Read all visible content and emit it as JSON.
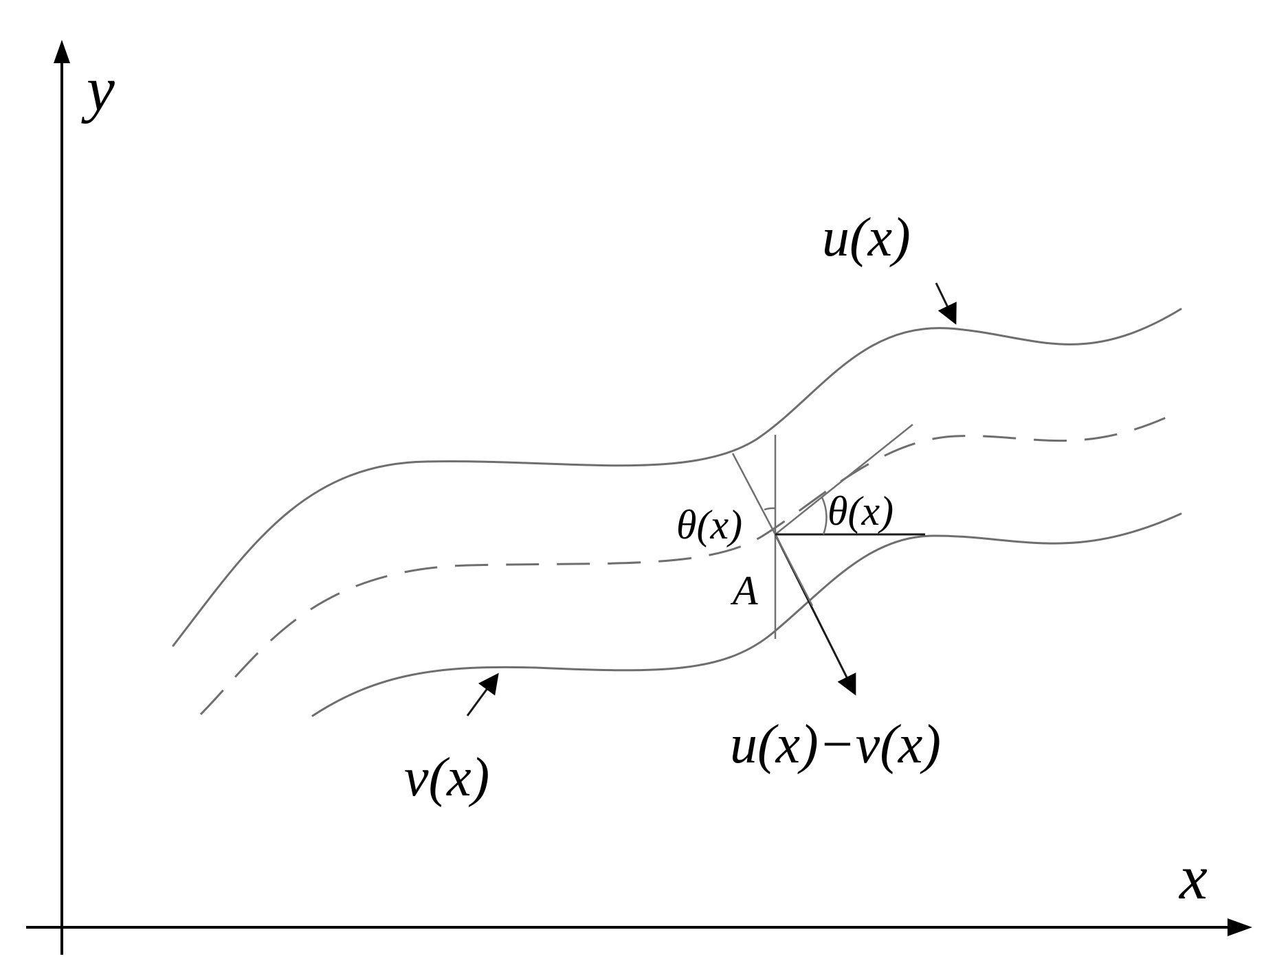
{
  "axes": {
    "x_label": "x",
    "y_label": "y"
  },
  "curves": {
    "upper": "u(x)",
    "lower": "v(x)",
    "difference": "u(x)−v(x)"
  },
  "angles": {
    "left": "θ(x)",
    "right": "θ(x)"
  },
  "point": "A"
}
